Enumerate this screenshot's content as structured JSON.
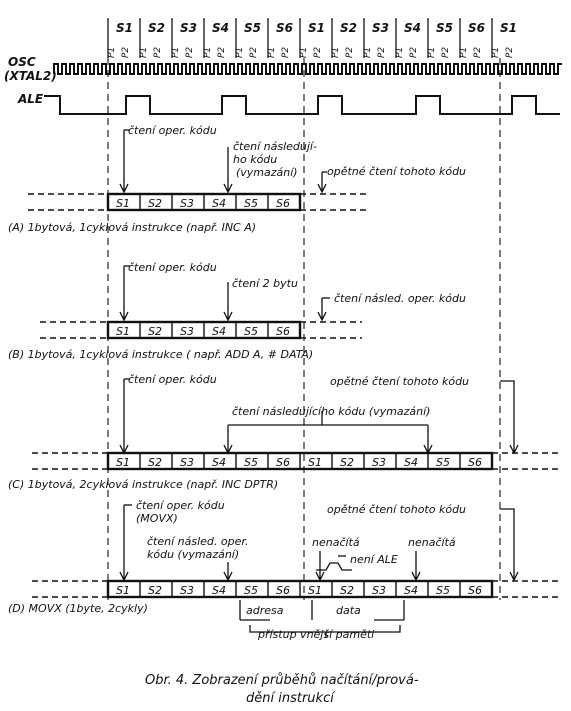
{
  "states": [
    "S1",
    "S2",
    "S3",
    "S4",
    "S5",
    "S6",
    "S1",
    "S2",
    "S3",
    "S4",
    "S5",
    "S6",
    "S1"
  ],
  "phases": [
    "P1",
    "P2"
  ],
  "signals": {
    "osc_line1": "OSC",
    "osc_line2": "(XTAL2)",
    "ale": "ALE"
  },
  "sections": {
    "a": {
      "boxes": [
        "S1",
        "S2",
        "S3",
        "S4",
        "S5",
        "S6"
      ],
      "fetch": "čtení oper. kódu",
      "next_l1": "čtení následují-",
      "next_l2": "ho kódu",
      "next_l3": "(vymazání)",
      "again": "opětné čtení tohoto kódu",
      "caption": "(A)  1bytová, 1cyklová instrukce (např. INC A)"
    },
    "b": {
      "boxes": [
        "S1",
        "S2",
        "S3",
        "S4",
        "S5",
        "S6"
      ],
      "fetch": "čtení oper. kódu",
      "byte2": "čtení 2 bytu",
      "next": "čtení násled. oper. kódu",
      "caption": "(B)  1bytová, 1cyklová instrukce ( např. ADD A, # DATA)"
    },
    "c": {
      "boxes": [
        "S1",
        "S2",
        "S3",
        "S4",
        "S5",
        "S6",
        "S1",
        "S2",
        "S3",
        "S4",
        "S5",
        "S6"
      ],
      "fetch": "čtení oper. kódu",
      "again": "opětné čtení tohoto kódu",
      "next": "čtení následujícího kódu (vymazání)",
      "caption": "(C)  1bytová, 2cyklová instrukce (např. INC DPTR)"
    },
    "d": {
      "boxes": [
        "S1",
        "S2",
        "S3",
        "S4",
        "S5",
        "S6",
        "S1",
        "S2",
        "S3",
        "S4",
        "S5",
        "S6"
      ],
      "fetch_l1": "čtení oper. kódu",
      "fetch_l2": "(MOVX)",
      "next_l1": "čtení násled. oper.",
      "next_l2": "kódu (vymazání)",
      "again": "opětné čtení tohoto kódu",
      "nofetch1": "nenačítá",
      "nofetch2": "nenačítá",
      "no_ale": "není ALE",
      "address": "adresa",
      "data": "data",
      "access": "přístup vnější paměti",
      "caption": "(D)  MOVX (1byte, 2cykly)"
    }
  },
  "figure": {
    "caption_l1": "Obr. 4. Zobrazení průběhů načítání/prová-",
    "caption_l2": "dění instrukcí"
  }
}
